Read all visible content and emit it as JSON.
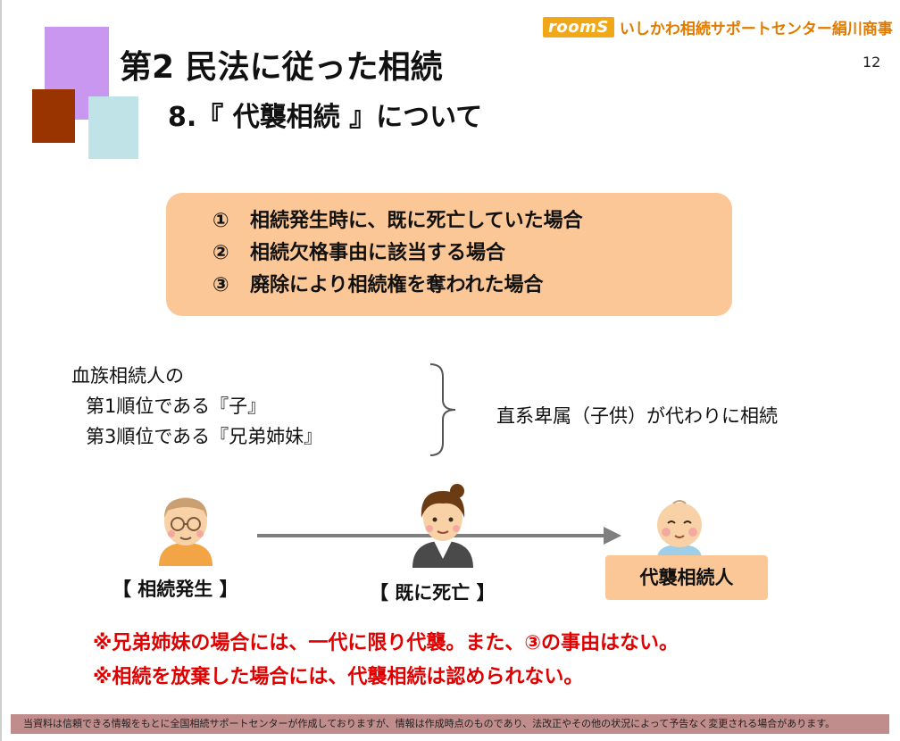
{
  "header": {
    "logo_mark": "roomS",
    "logo_text": "いしかわ相続サポートセンター絹川商事",
    "page_number": "12",
    "title": "第2 民法に従った相続",
    "subtitle": "8.『 代襲相続 』について"
  },
  "cases": [
    {
      "num": "①",
      "text": "相続発生時に、既に死亡していた場合"
    },
    {
      "num": "②",
      "text": "相続欠格事由に該当する場合"
    },
    {
      "num": "③",
      "text": "廃除により相続権を奪われた場合"
    }
  ],
  "heirs": {
    "line1": "血族相続人の",
    "line2": "第1順位である『子』",
    "line3": "第3順位である『兄弟姉妹』",
    "substitute": "直系卑属（子供）が代わりに相続"
  },
  "flow": {
    "occurrence": "【 相続発生 】",
    "deceased": "【 既に死亡 】",
    "substitute_heir": "代襲相続人"
  },
  "notes": {
    "note1": "※兄弟姉妹の場合には、一代に限り代襲。また、③の事由はない。",
    "note2": "※相続を放棄した場合には、代襲相続は認められない。"
  },
  "footer": {
    "disclaimer": "当資料は信頼できる情報をもとに全国相続サポートセンターが作成しておりますが、情報は作成時点のものであり、法改正やその他の状況によって予告なく変更される場合があります。"
  },
  "colors": {
    "accent_orange": "#fbc796",
    "note_red": "#e00000",
    "logo_orange": "#f0a818",
    "footer_band": "#c18c8c"
  },
  "icons": [
    "grandfather-icon",
    "woman-icon",
    "baby-icon",
    "right-arrow-icon",
    "brace-icon"
  ]
}
